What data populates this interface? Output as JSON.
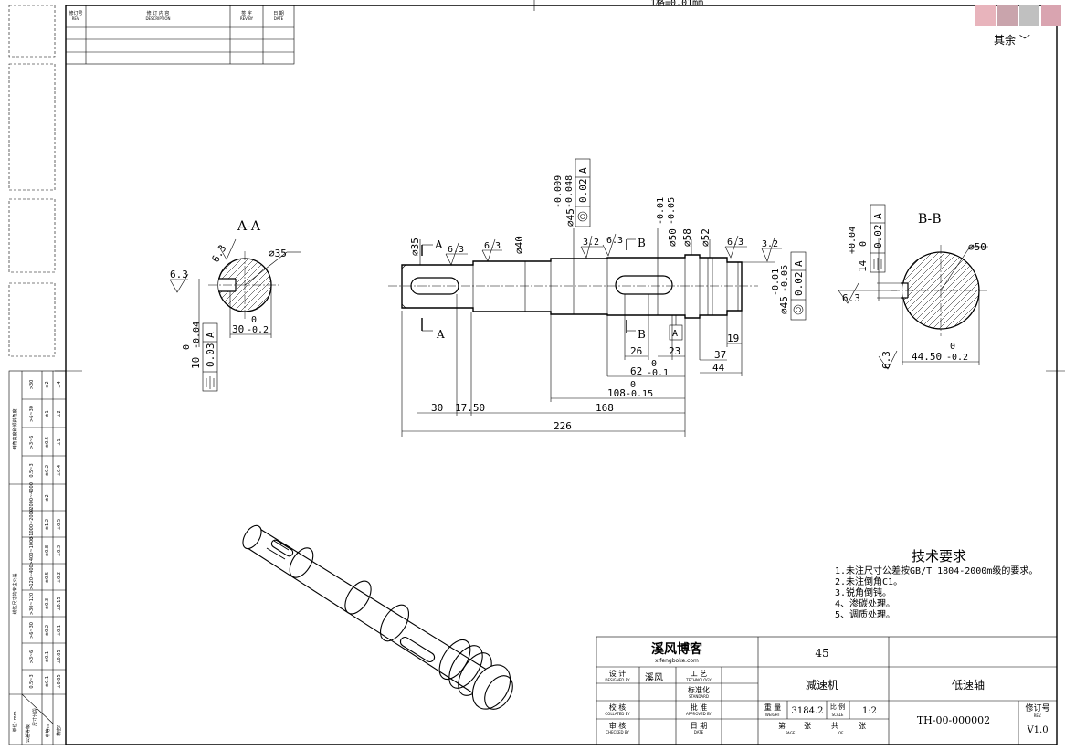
{
  "header": {
    "scale_note": "1格=0.01mm",
    "other_label": "其余",
    "swatch_colors": [
      "#e8b4bc",
      "#c9a4ac",
      "#c0c0c0",
      "#d9a4b0"
    ]
  },
  "revision_table": {
    "col_rev_cn": "修订号",
    "col_rev_en": "REV.",
    "col_desc_cn": "修 订 内 容",
    "col_desc_en": "DESCRIPTION",
    "col_sign_cn": "签 字",
    "col_sign_en": "REV BY",
    "col_date_cn": "日 期",
    "col_date_en": "DATE"
  },
  "views": {
    "section_aa": "A-A",
    "section_bb": "B-B",
    "aa_dia": "∅35",
    "aa_r63a": "6.3",
    "aa_r63b": "6.3",
    "aa_30": "30",
    "aa_30tol_up": "0",
    "aa_30tol_dn": "-0.2",
    "aa_10": "10",
    "aa_10tol_up": "0",
    "aa_10tol_dn": "-0.04",
    "aa_gtol": "0.03",
    "aa_datum": "A",
    "bb_dia": "∅50",
    "bb_14": "14",
    "bb_14tol_up": "+0.04",
    "bb_14tol_dn": "0",
    "bb_gtol": "0.02",
    "bb_datum": "A",
    "bb_r63a": "6.3",
    "bb_r63b": "6.3",
    "bb_4450": "44.50",
    "bb_4450tol_up": "0",
    "bb_4450tol_dn": "-0.2"
  },
  "main_view": {
    "d35": "∅35",
    "d40": "∅40",
    "d45a": "∅45",
    "d45a_tol_up": "-0.009",
    "d45a_tol_dn": "-0.048",
    "d45a_gtol": "0.02",
    "d50": "∅50",
    "d50_tol_up": "-0.01",
    "d50_tol_dn": "-0.05",
    "d58": "∅58",
    "d52": "∅52",
    "d45b": "∅45",
    "d45b_tol_up": "-0.01",
    "d45b_tol_dn": "-0.05",
    "d45b_gtol": "0.02",
    "datum_a": "A",
    "sec_a": "A",
    "sec_b": "B",
    "r63_1": "6.3",
    "r63_2": "6.3",
    "r32_1": "3.2",
    "r63_3": "6.3",
    "r63_4": "6.3",
    "r32_2": "3.2",
    "dim_26": "26",
    "dim_23": "23",
    "dim_19": "19",
    "dim_37": "37",
    "dim_44": "44",
    "dim_62": "62",
    "dim_62tol_up": "0",
    "dim_62tol_dn": "-0.1",
    "dim_108": "108",
    "dim_108tol_up": "0",
    "dim_108tol_dn": "-0.15",
    "dim_30": "30",
    "dim_1750": "17.50",
    "dim_168": "168",
    "dim_226": "226"
  },
  "tech_req": {
    "title": "技术要求",
    "items": [
      "1.未注尺寸公差按GB/T 1804-2000m级的要求。",
      "2.未注倒角C1。",
      "3.锐角倒钝。",
      "4、渗碳处理。",
      "5、调质处理。"
    ]
  },
  "title_block": {
    "company": "溪风博客",
    "company_url": "xifengboke.com",
    "material": "45",
    "designed_cn": "设 计",
    "designed_en": "DESIGNED BY",
    "designer": "溪风",
    "technology_cn": "工 艺",
    "technology_en": "TECHNOLOGY",
    "standard_cn": "标准化",
    "standard_en": "STANDARD",
    "collated_cn": "校 核",
    "collated_en": "COLLATED BY",
    "approved_cn": "批 准",
    "approved_en": "APPROVED BY",
    "checked_cn": "审 核",
    "checked_en": "CHECKED BY",
    "date_cn": "日 期",
    "date_en": "DATE",
    "assembly": "减速机",
    "part_name": "低速轴",
    "weight_cn": "重 量",
    "weight_en": "WEIGHT",
    "weight": "3184.2",
    "scale_cn": "比 例",
    "scale_en": "SCALE",
    "scale": "1:2",
    "page_cn": "第",
    "page_of_cn": "张",
    "total_cn": "共",
    "total_of_cn": "张",
    "page_en": "PAGE",
    "of_en": "OF",
    "drawing_no": "TH-00-000002",
    "rev_cn": "修订号",
    "rev_en": "REV.",
    "rev": "V1.0"
  },
  "tolerance_side": {
    "top_header": "线性尺寸的未注公差",
    "bottom_header": "倒角高度和倾斜角度",
    "unit_label": "单位: mm",
    "size_label": "尺寸分段",
    "grade_label": "公差等级",
    "fine_label": "中等m",
    "coarse_label": "精密f",
    "rows": [
      {
        "range": "0.5~3",
        "a": "±0.1",
        "b": "±0.05"
      },
      {
        "range": ">3~6",
        "a": "±0.1",
        "b": "±0.05"
      },
      {
        "range": ">6~30",
        "a": "±0.2",
        "b": "±0.1"
      },
      {
        "range": ">30~120",
        "a": "±0.3",
        "b": "±0.15"
      },
      {
        "range": ">120~400",
        "a": "±0.5",
        "b": "±0.2"
      },
      {
        "range": ">400~1000",
        "a": "±0.8",
        "b": "±0.3"
      },
      {
        "range": ">1000~2000",
        "a": "±1.2",
        "b": "±0.5"
      },
      {
        "range": ">2000~4000",
        "a": "±2",
        "b": ""
      }
    ],
    "rows2": [
      {
        "range": "0.5~3",
        "a": "±0.2",
        "b": "±0.4"
      },
      {
        "range": ">3~6",
        "a": "±0.5",
        "b": "±1"
      },
      {
        "range": ">6~30",
        "a": "±1",
        "b": "±2"
      },
      {
        "range": ">30",
        "a": "±2",
        "b": "±4"
      }
    ]
  }
}
